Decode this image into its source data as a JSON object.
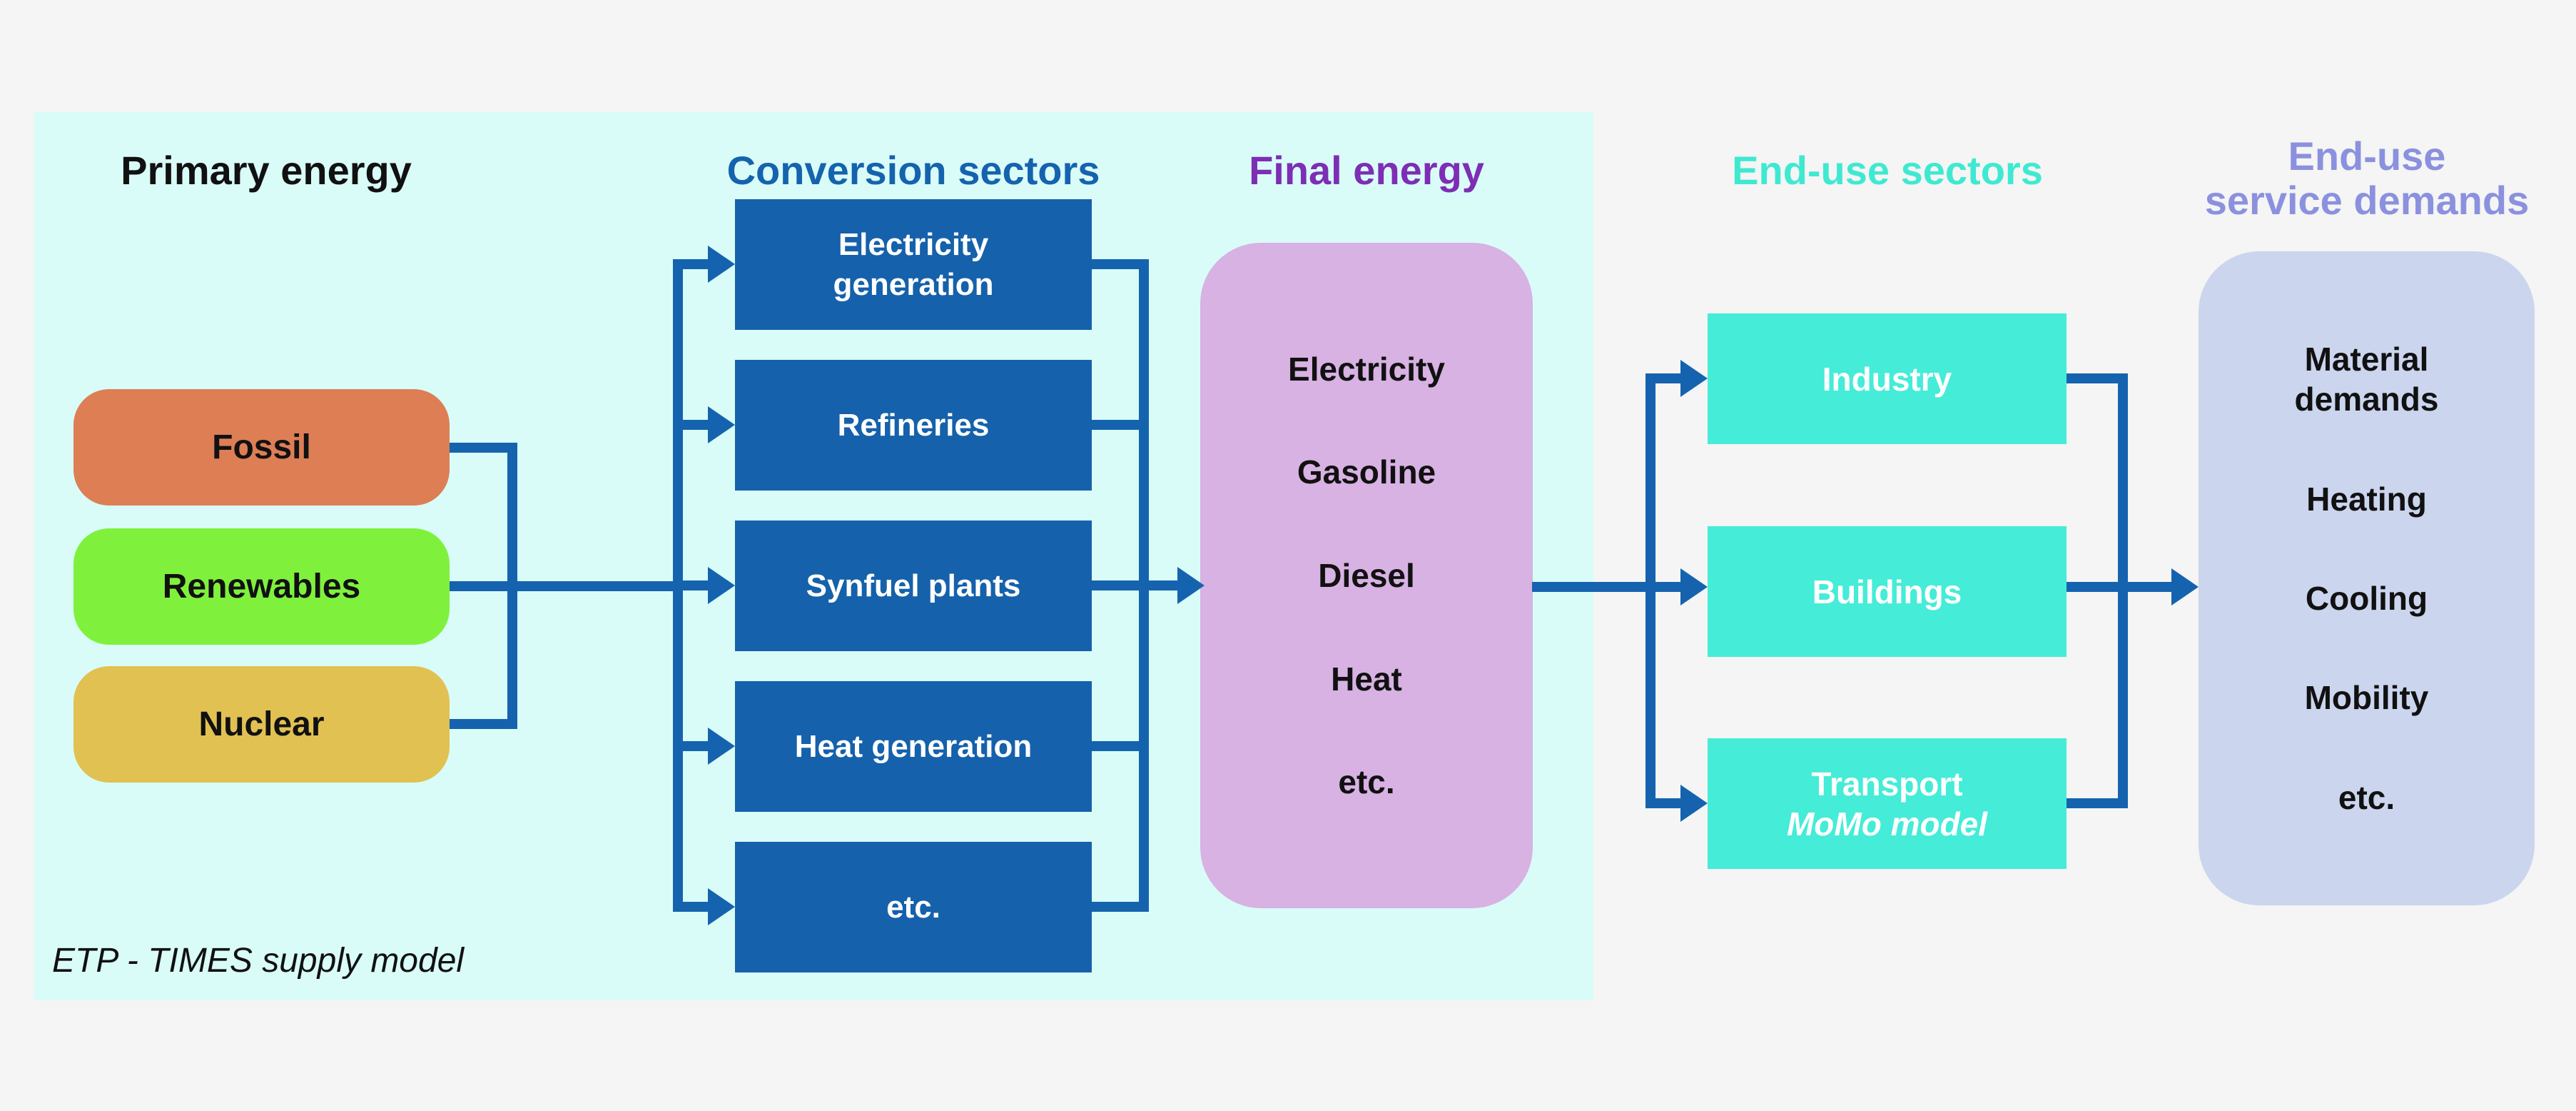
{
  "colors": {
    "bg": "#f4f5f4",
    "panel_cyan": "#d9fcf8",
    "accent_blue": "#1563ae",
    "box_blue": "#1561ab",
    "fossil": "#dd7e55",
    "renewables": "#7ff13d",
    "nuclear": "#e1c152",
    "final_fill": "#d7b2e3",
    "final_heading": "#7d2eb4",
    "enduse_fill": "#45ecd8",
    "enduse_heading": "#3fe9d1",
    "esd_fill": "#cbd5ee",
    "esd_heading": "#8b91de",
    "text_dark": "#111111"
  },
  "headings": {
    "primary": "Primary energy",
    "conversion": "Conversion sectors",
    "final": "Final energy",
    "enduse": "End-use sectors",
    "esd_line1": "End-use",
    "esd_line2": "service demands"
  },
  "primary_energy": {
    "items": [
      "Fossil",
      "Renewables",
      "Nuclear"
    ]
  },
  "conversion_sectors": {
    "items": [
      "Electricity generation",
      "Refineries",
      "Synfuel plants",
      "Heat generation",
      "etc."
    ]
  },
  "final_energy": {
    "items": [
      "Electricity",
      "Gasoline",
      "Diesel",
      "Heat",
      "etc."
    ]
  },
  "end_use_sectors": {
    "industry": "Industry",
    "buildings": "Buildings",
    "transport": "Transport",
    "transport_sub": "MoMo model"
  },
  "end_use_service_demands": {
    "items": [
      "Material demands",
      "Heating",
      "Cooling",
      "Mobility",
      "etc."
    ]
  },
  "footer": {
    "label": "ETP - TIMES supply model"
  }
}
